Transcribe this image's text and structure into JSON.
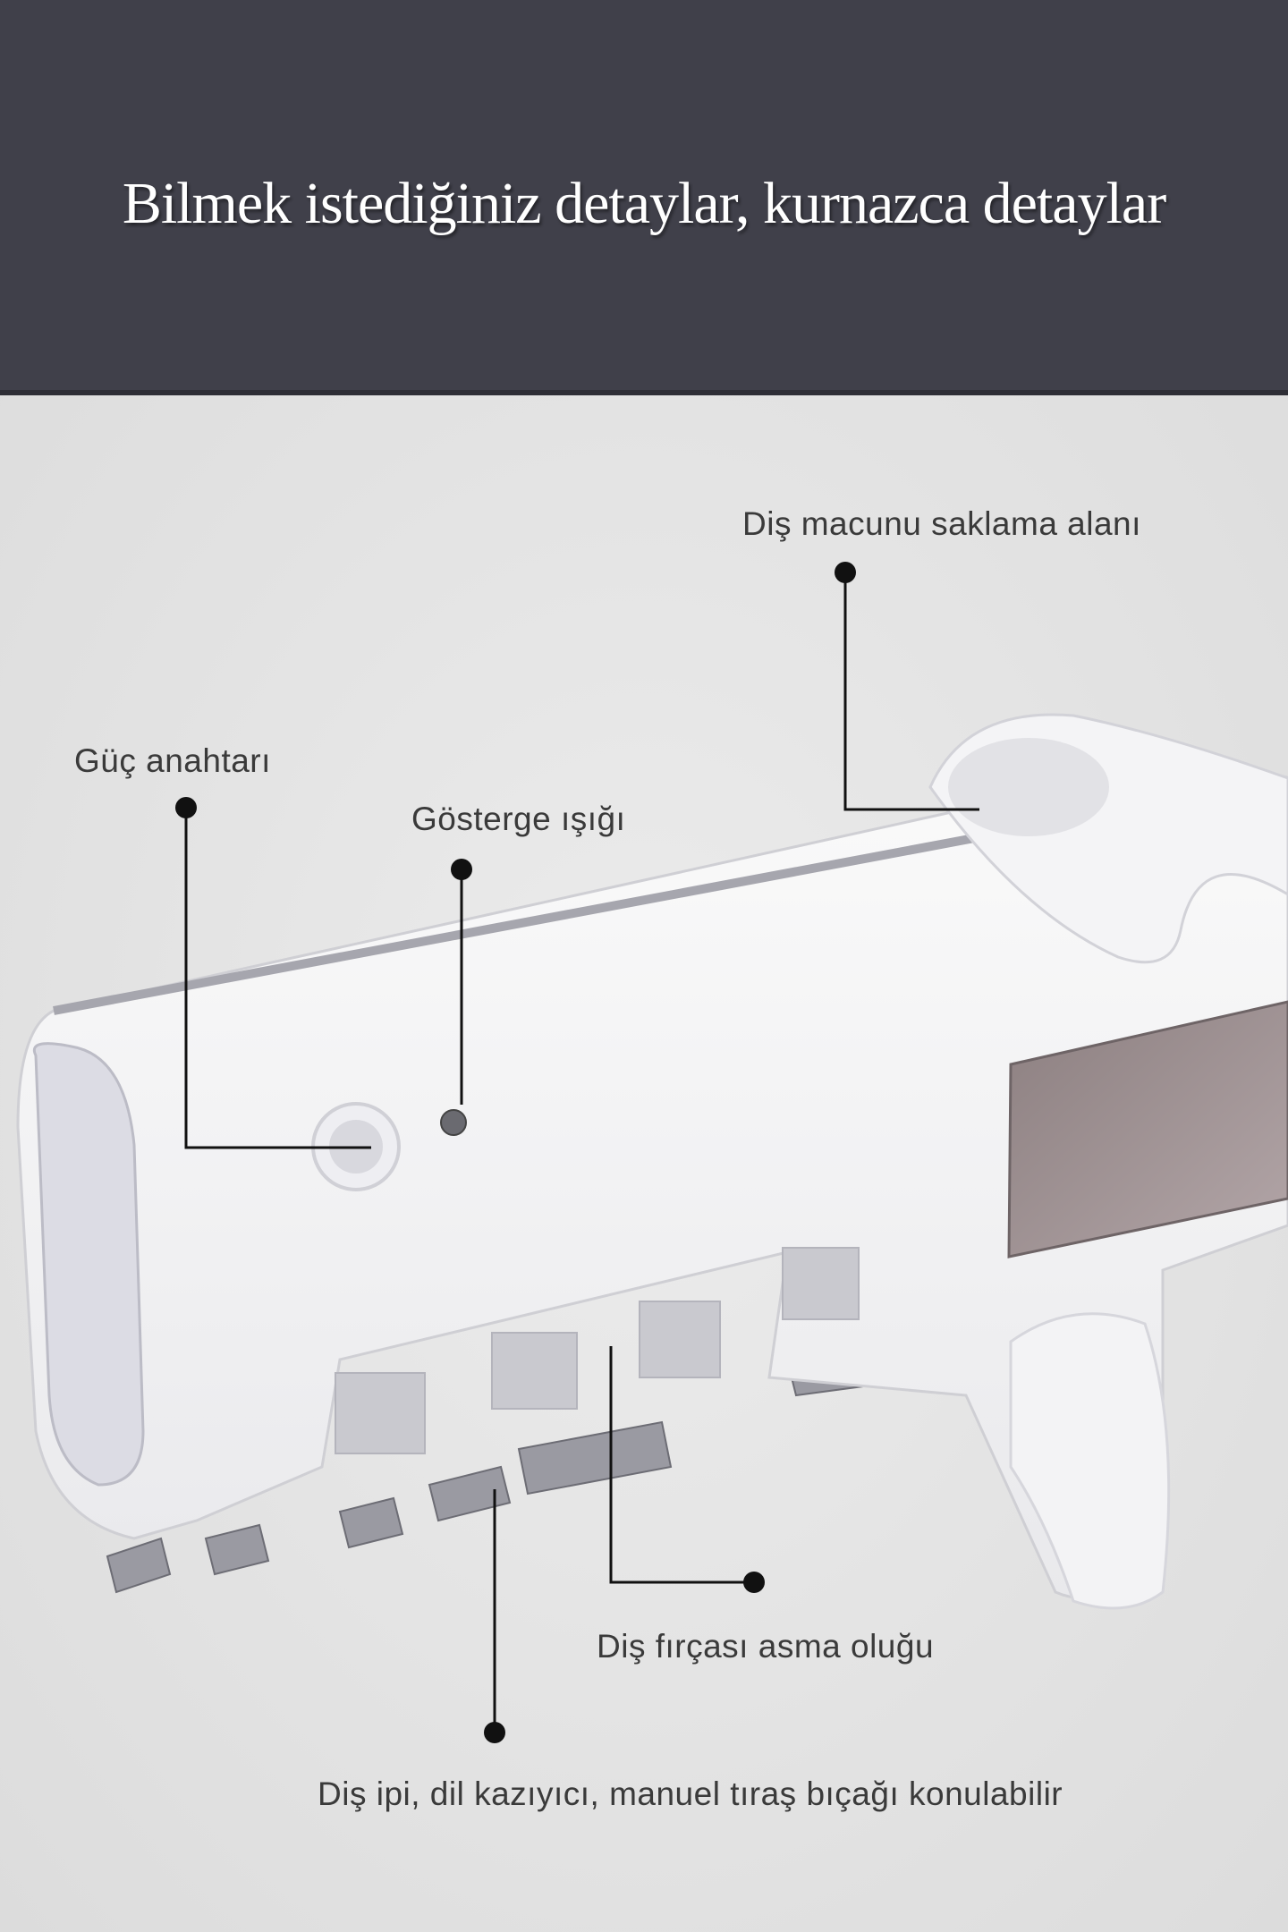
{
  "header": {
    "title": "Bilmek istediğiniz detaylar, kurnazca detaylar"
  },
  "callouts": {
    "toothpaste_storage": "Diş macunu saklama alanı",
    "power_switch": "Güç anahtarı",
    "indicator_light": "Gösterge ışığı",
    "brush_slot": "Diş fırçası asma oluğu",
    "accessories": "Diş ipi, dil kazıyıcı, manuel tıraş bıçağı konulabilir"
  },
  "colors": {
    "header_bg": "#40404a",
    "background": "#e6e6e6",
    "callout_line": "#111111"
  }
}
